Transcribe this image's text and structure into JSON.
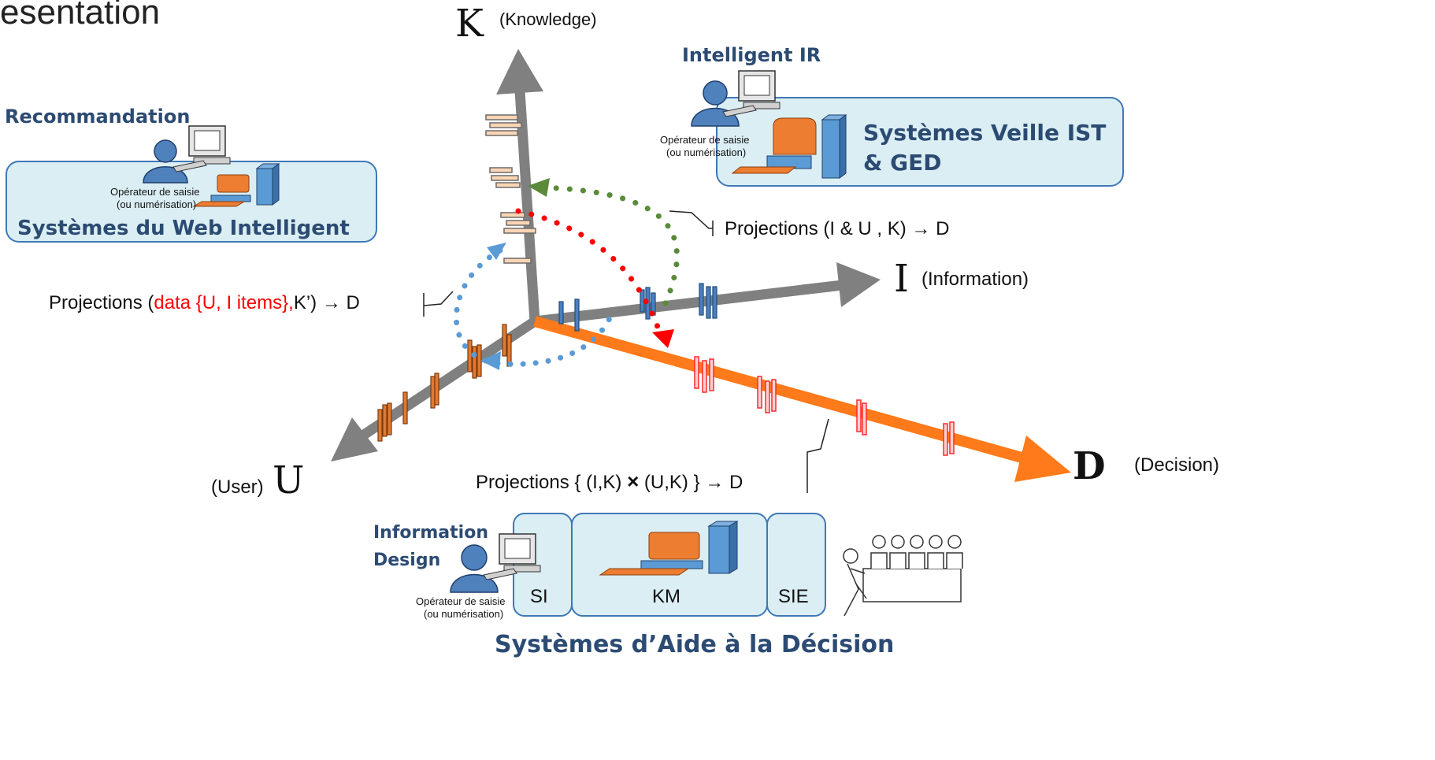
{
  "header": {
    "title_fragment": "esentation"
  },
  "axes": {
    "K": {
      "letter": "K",
      "label": "(Knowledge)"
    },
    "I": {
      "letter": "I",
      "label": "(Information)"
    },
    "U": {
      "letter": "U",
      "label": "(User)"
    },
    "D": {
      "letter": "D",
      "label": "(Decision)"
    }
  },
  "projections": {
    "ik": "Projections (I & U , K) → D",
    "data_prefix": "Projections (",
    "data_red": "data {U, I items},",
    "data_suffix": "K’) → D",
    "ikuk_prefix": "Projections { (I,K) ",
    "ikuk_times": "×",
    "ikuk_suffix": " (U,K) } → D"
  },
  "systems": {
    "recommandation": {
      "heading": "Recommandation",
      "operator_line1": "Opérateur de saisie",
      "operator_line2": "(ou numérisation)",
      "box_label": "Systèmes du Web Intelligent"
    },
    "intelligent_ir": {
      "heading": "Intelligent IR",
      "operator_line1": "Opérateur de saisie",
      "operator_line2": "(ou numérisation)",
      "box_label_line1": "Systèmes Veille IST",
      "box_label_line2": "& GED"
    },
    "decision": {
      "heading_line1": "Information",
      "heading_line2": "Design",
      "operator_line1": "Opérateur de saisie",
      "operator_line2": "(ou numérisation)",
      "cells": [
        "SI",
        "KM",
        "SIE"
      ],
      "box_label": "Systèmes d’Aide à la Décision"
    }
  },
  "colors": {
    "axis_gray": "#808080",
    "decision_orange": "#ff7a1a",
    "box_fill": "#daeef3",
    "box_stroke": "#3f78b5",
    "heading_blue": "#2c4b73",
    "dot_blue": "#5b9bd5",
    "dot_green": "#5a8a3a",
    "dot_red": "#ff0000",
    "marker_blue": "#4a7fc1",
    "marker_orange": "#e07a30",
    "marker_peach": "#fcd5b4",
    "marker_pink": "#ffd0d0"
  }
}
